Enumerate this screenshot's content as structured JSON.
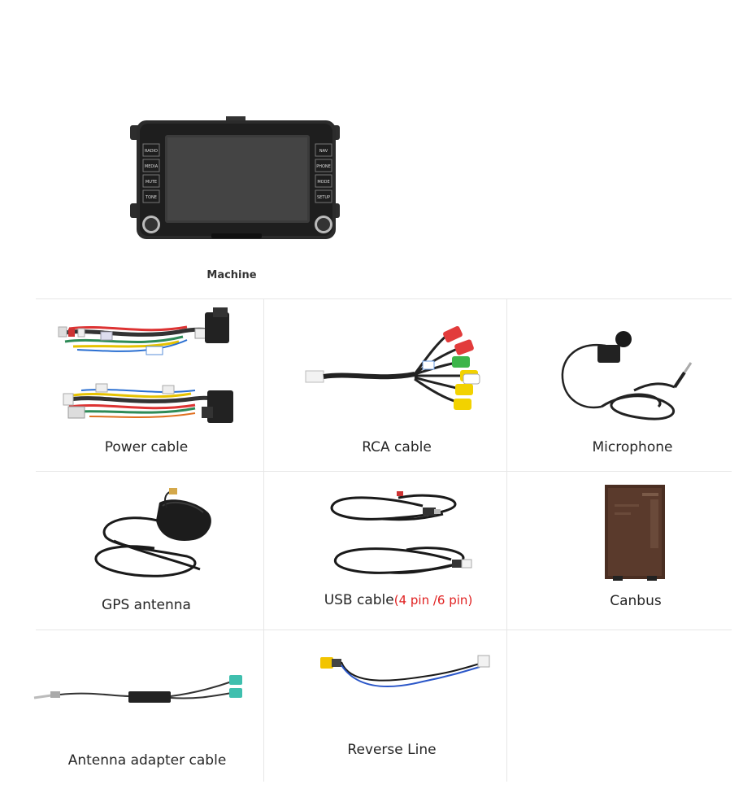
{
  "items": {
    "machine": {
      "label": "Machine"
    },
    "power_cable": {
      "label": "Power cable"
    },
    "rca_cable": {
      "label": "RCA cable"
    },
    "microphone": {
      "label": "Microphone"
    },
    "gps_antenna": {
      "label": "GPS antenna"
    },
    "usb_cable": {
      "label": "USB cable",
      "note": "(4 pin /6 pin)"
    },
    "canbus": {
      "label": "Canbus"
    },
    "antenna_adapter": {
      "label": "Antenna adapter cable"
    },
    "reverse_line": {
      "label": "Reverse Line"
    }
  },
  "machine_buttons": {
    "left": [
      "RADIO",
      "MEDIA",
      "MUTE",
      "TONE"
    ],
    "right": [
      "NAV",
      "PHONE",
      "MODE",
      "SETUP"
    ]
  },
  "colors": {
    "grid_line": "#e6e6e6",
    "accent_red": "#e02020",
    "device_body": "#2b2b2b",
    "screen": "#3a3a3a"
  }
}
